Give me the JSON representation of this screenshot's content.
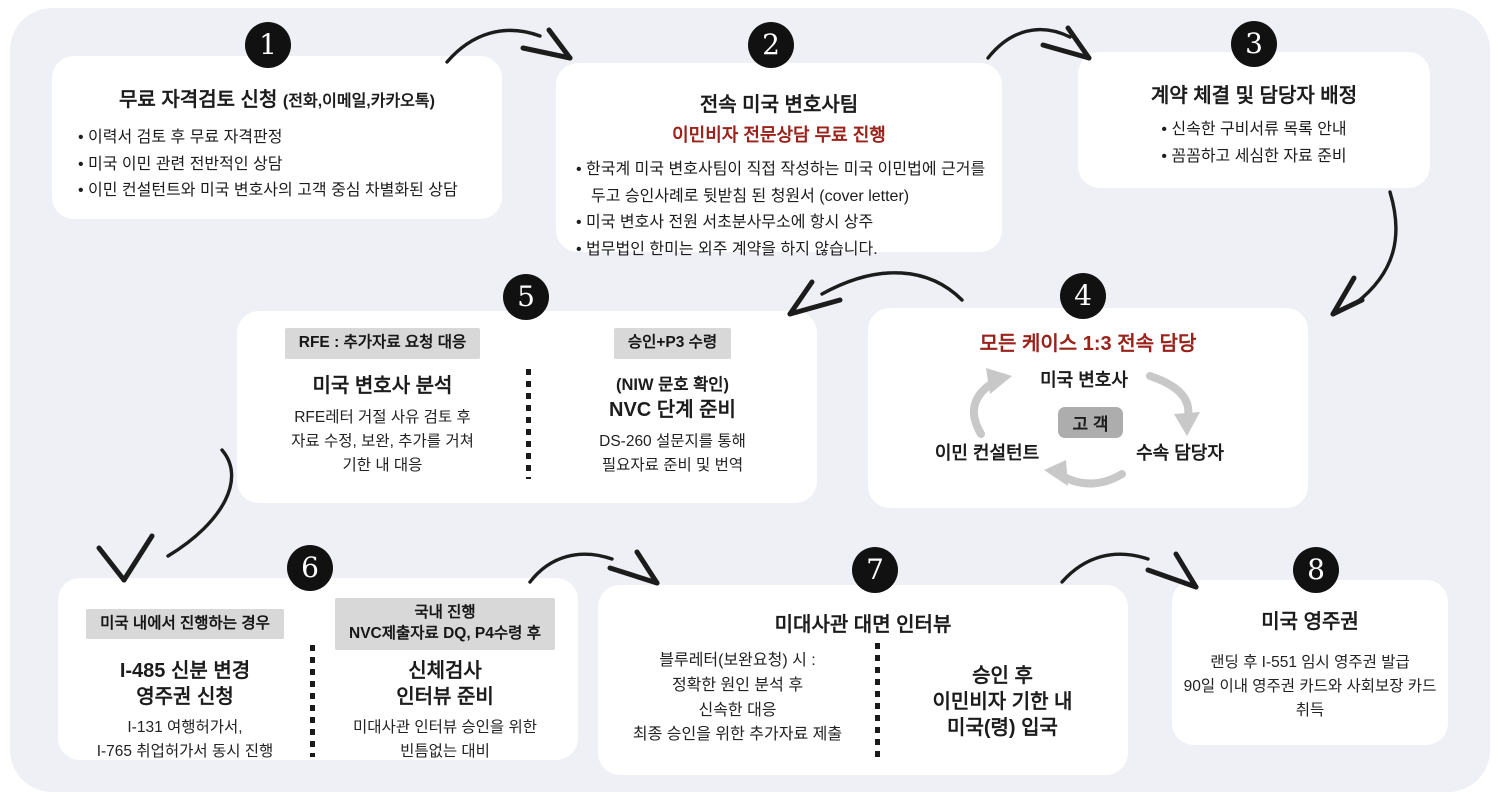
{
  "colors": {
    "panel_bg": "#eef0f5",
    "card_bg": "#ffffff",
    "accent_red": "#9a221a",
    "label_bg": "#d8d8d8",
    "customer_box_bg": "#adadad",
    "circle_bg": "#111111"
  },
  "steps": {
    "s1": {
      "number": "1",
      "title": "무료 자격검토 신청",
      "title_note": "(전화,이메일,카카오톡)",
      "bullets": [
        "이력서 검토 후 무료 자격판정",
        "미국 이민 관련 전반적인 상담",
        "이민 컨설턴트와 미국 변호사의 고객 중심 차별화된 상담"
      ]
    },
    "s2": {
      "number": "2",
      "title": "전속 미국 변호사팀",
      "subtitle": "이민비자 전문상담 무료 진행",
      "bullets": [
        "한국계 미국 변호사팀이 직접 작성하는 미국 이민법에 근거를 두고 승인사례로 뒷받침 된 청원서 (cover letter)",
        "미국 변호사 전원 서초분사무소에 항시 상주",
        "법무법인 한미는 외주 계약을 하지 않습니다."
      ]
    },
    "s3": {
      "number": "3",
      "title": "계약 체결 및 담당자 배정",
      "bullets": [
        "신속한 구비서류 목록 안내",
        "꼼꼼하고 세심한 자료 준비"
      ]
    },
    "s4": {
      "number": "4",
      "title": "모든 케이스 1:3 전속 담당",
      "cycle": {
        "top": "미국 변호사",
        "center": "고 객",
        "left": "이민 컨설턴트",
        "right": "수속 담당자"
      }
    },
    "s5": {
      "number": "5",
      "left": {
        "label": "RFE : 추가자료 요청 대응",
        "title": "미국 변호사 분석",
        "body": "RFE레터 거절 사유 검토 후\n자료 수정, 보완, 추가를 거쳐\n기한 내 대응"
      },
      "right": {
        "label": "승인+P3 수령",
        "note": "(NIW 문호 확인)",
        "title": "NVC 단계 준비",
        "body": "DS-260 설문지를 통해\n필요자료 준비 및 번역"
      }
    },
    "s6": {
      "number": "6",
      "left": {
        "label": "미국 내에서 진행하는 경우",
        "title": "I-485 신분 변경\n영주권 신청",
        "body": "I-131 여행허가서,\nI-765 취업허가서 동시 진행"
      },
      "right": {
        "label": "국내 진행\nNVC제출자료 DQ, P4수령 후",
        "title": "신체검사\n인터뷰 준비",
        "body": "미대사관 인터뷰 승인을 위한\n빈틈없는 대비"
      }
    },
    "s7": {
      "number": "7",
      "title": "미대사관 대면 인터뷰",
      "left": {
        "body": "블루레터(보완요청) 시 :\n정확한 원인 분석 후\n신속한 대응\n최종 승인을 위한 추가자료 제출"
      },
      "right": {
        "title": "승인 후\n이민비자 기한 내\n미국(령) 입국"
      }
    },
    "s8": {
      "number": "8",
      "title": "미국 영주권",
      "body": "랜딩 후 I-551 임시 영주권 발급\n90일 이내 영주권 카드와 사회보장 카드\n취득"
    }
  }
}
